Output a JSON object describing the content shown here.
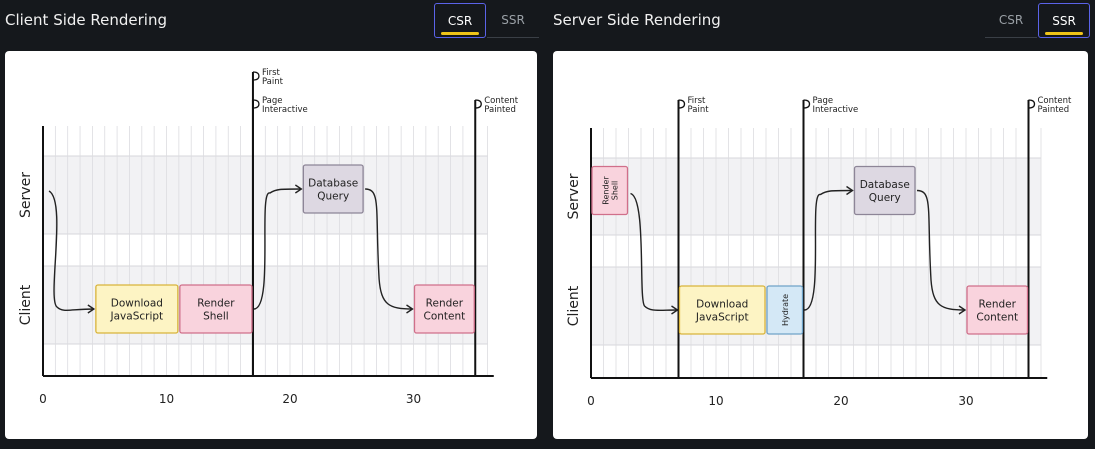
{
  "panels": [
    {
      "title": "Client Side Rendering",
      "tabs": [
        {
          "label": "CSR",
          "active": true
        },
        {
          "label": "SSR",
          "active": false
        }
      ],
      "diagram": {
        "lanes": [
          "Server",
          "Client"
        ],
        "x_ticks": [
          "0",
          "10",
          "20",
          "30"
        ],
        "markers": [
          {
            "t": 17,
            "labels": [
              "First",
              "Paint"
            ],
            "level": "top"
          },
          {
            "t": 17,
            "labels": [
              "Page",
              "Interactive"
            ],
            "level": "second"
          },
          {
            "t": 35,
            "labels": [
              "Content",
              "Painted"
            ],
            "level": "second"
          }
        ],
        "blocks": [
          {
            "lane": "Client",
            "start": 4.2,
            "end": 11,
            "lines": [
              "Download",
              "JavaScript"
            ],
            "color": "yellow",
            "vertical": false
          },
          {
            "lane": "Client",
            "start": 11,
            "end": 17,
            "lines": [
              "Render",
              "Shell"
            ],
            "color": "pink",
            "vertical": false
          },
          {
            "lane": "Server",
            "start": 21,
            "end": 26,
            "lines": [
              "Database",
              "Query"
            ],
            "color": "gray",
            "vertical": false
          },
          {
            "lane": "Client",
            "start": 30,
            "end": 35,
            "lines": [
              "Render",
              "Content"
            ],
            "color": "pink",
            "vertical": false
          }
        ]
      }
    },
    {
      "title": "Server Side Rendering",
      "tabs": [
        {
          "label": "CSR",
          "active": false
        },
        {
          "label": "SSR",
          "active": true
        }
      ],
      "diagram": {
        "lanes": [
          "Server",
          "Client"
        ],
        "x_ticks": [
          "0",
          "10",
          "20",
          "30"
        ],
        "markers": [
          {
            "t": 7,
            "labels": [
              "First",
              "Paint"
            ],
            "level": "second"
          },
          {
            "t": 17,
            "labels": [
              "Page",
              "Interactive"
            ],
            "level": "second"
          },
          {
            "t": 35,
            "labels": [
              "Content",
              "Painted"
            ],
            "level": "second"
          }
        ],
        "blocks": [
          {
            "lane": "Server",
            "start": 0,
            "end": 3,
            "lines": [
              "Render",
              "Shell"
            ],
            "color": "pink",
            "vertical": true
          },
          {
            "lane": "Client",
            "start": 7,
            "end": 14,
            "lines": [
              "Download",
              "JavaScript"
            ],
            "color": "yellow",
            "vertical": false
          },
          {
            "lane": "Client",
            "start": 14,
            "end": 17,
            "lines": [
              "Hydrate"
            ],
            "color": "blue",
            "vertical": true
          },
          {
            "lane": "Server",
            "start": 21,
            "end": 26,
            "lines": [
              "Database",
              "Query"
            ],
            "color": "gray",
            "vertical": false
          },
          {
            "lane": "Client",
            "start": 30,
            "end": 35,
            "lines": [
              "Render",
              "Content"
            ],
            "color": "pink",
            "vertical": false
          }
        ]
      }
    }
  ],
  "colors": {
    "yellow": {
      "fill": "#fdf4c4",
      "stroke": "#d9b43a"
    },
    "pink": {
      "fill": "#f9d3dd",
      "stroke": "#d06f8a"
    },
    "gray": {
      "fill": "#ddd8e2",
      "stroke": "#8d8597"
    },
    "blue": {
      "fill": "#d4e8f6",
      "stroke": "#6fa3c8"
    }
  }
}
